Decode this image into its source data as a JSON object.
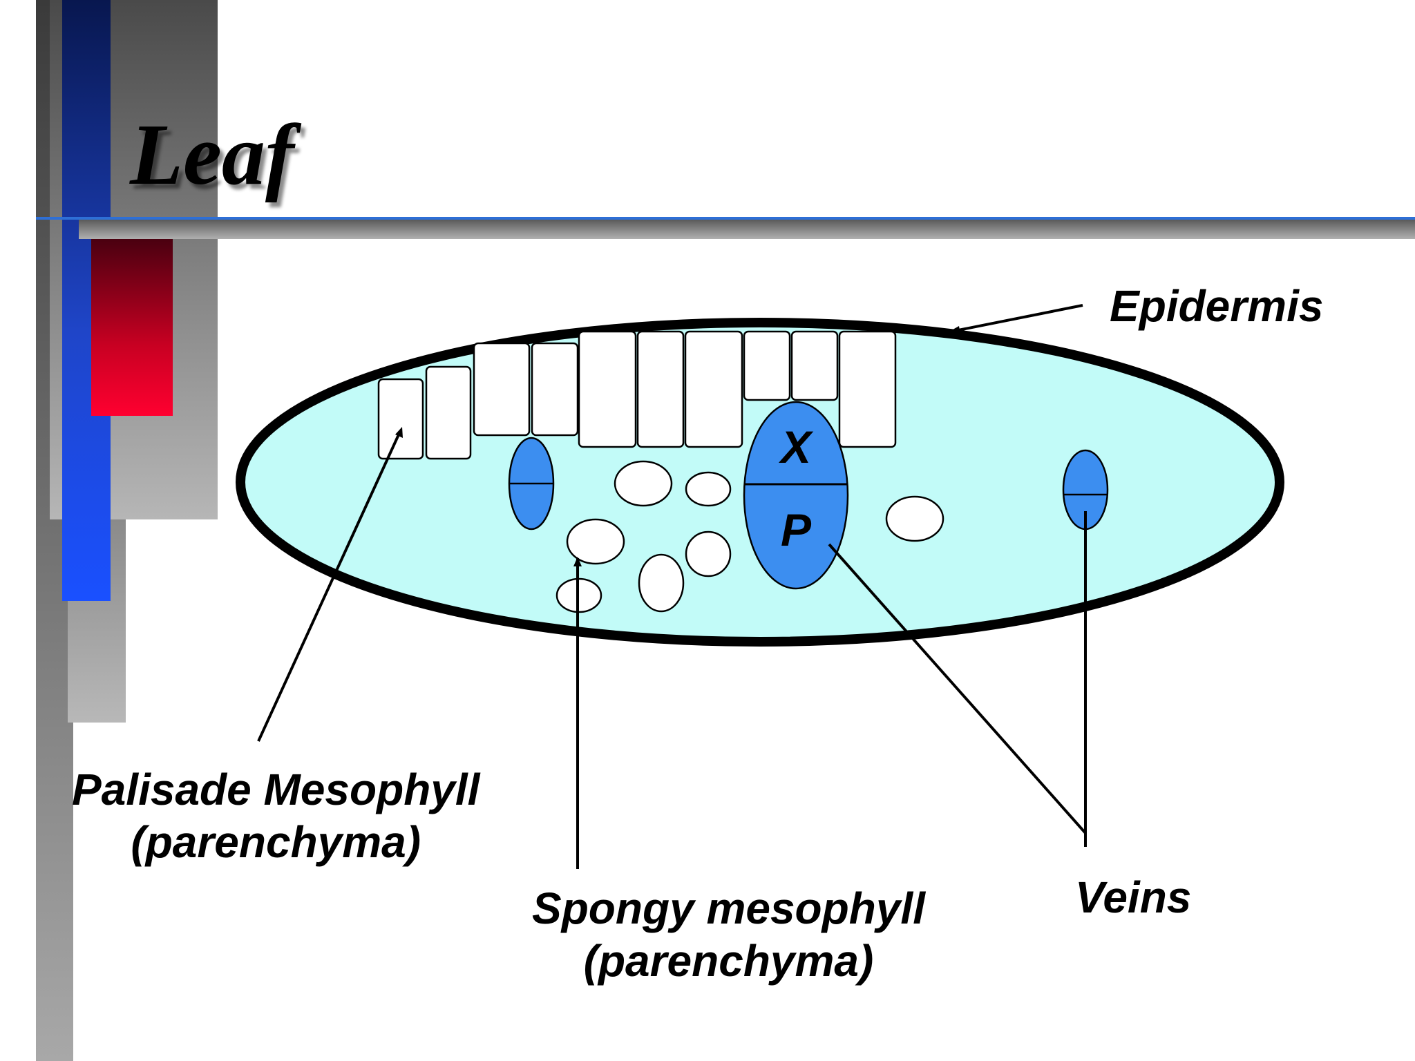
{
  "slide": {
    "title": "Leaf"
  },
  "diagram": {
    "vein_labels": {
      "xylem": "X",
      "phloem": "P"
    },
    "labels": {
      "epidermis": "Epidermis",
      "palisade_line1": "Palisade Mesophyll",
      "palisade_line2": "(parenchyma)",
      "spongy_line1": "Spongy mesophyll",
      "spongy_line2": "(parenchyma)",
      "veins": "Veins"
    }
  },
  "colors": {
    "leaf_fill": "#c2fbf8",
    "vein_fill": "#3c8ef0",
    "outline": "#000000",
    "accent_blue": "#1f5ee6",
    "accent_red": "#e8002a"
  }
}
